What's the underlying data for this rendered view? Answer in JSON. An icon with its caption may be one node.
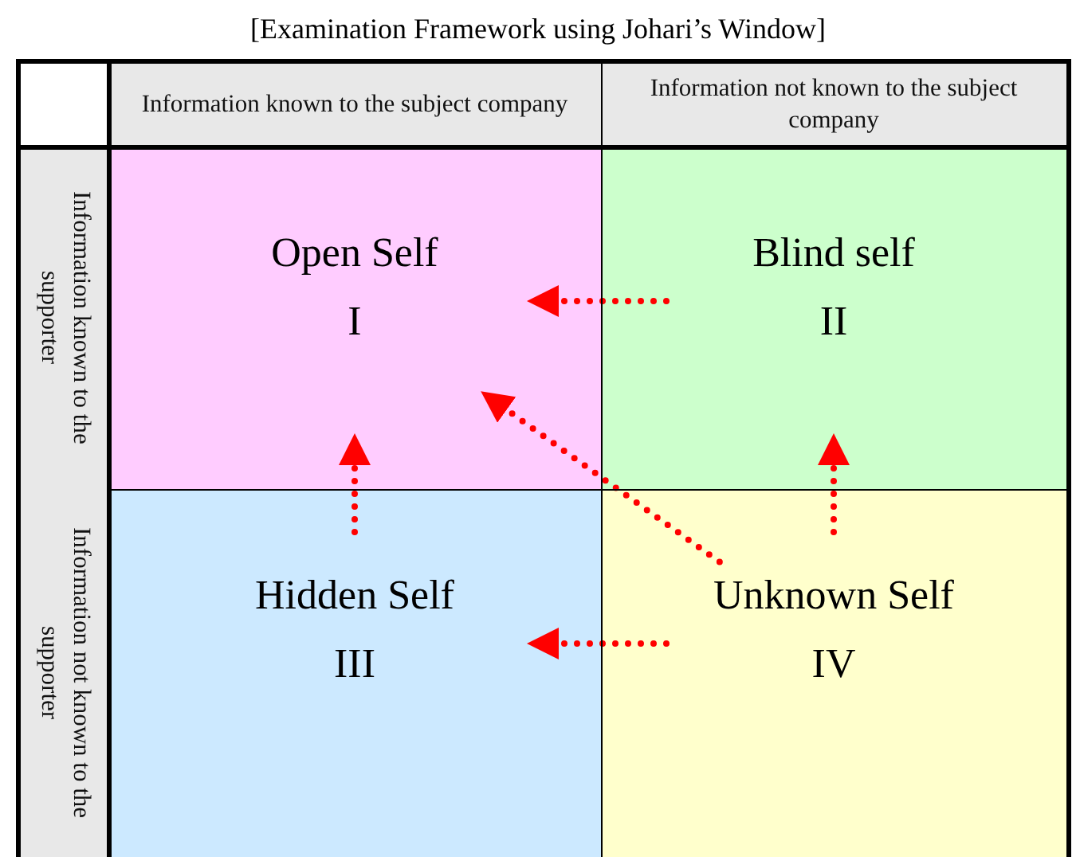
{
  "diagram": {
    "title": "[Examination Framework using Johari’s Window]",
    "nodes": [
      {
        "text": [
          "Open Self",
          "I"
        ]
      },
      {
        "text": [
          "Blind self",
          "II"
        ]
      },
      {
        "text": [
          "Hidden Self",
          "III"
        ]
      },
      {
        "text": [
          "Unknown Self",
          "IV"
        ]
      }
    ],
    "edges": [
      {
        "from": 1,
        "to": 0,
        "arrow": "to"
      },
      {
        "from": 2,
        "to": 0,
        "arrow": "to"
      },
      {
        "from": 3,
        "to": 0,
        "arrow": "to"
      },
      {
        "from": 3,
        "to": 1,
        "arrow": "to"
      },
      {
        "from": 3,
        "to": 2,
        "arrow": "to"
      }
    ],
    "labels": [
      "Information known to the subject company",
      "Information not known to the subject company",
      "Information known to the supporter",
      "Information not known to the supporter"
    ]
  }
}
